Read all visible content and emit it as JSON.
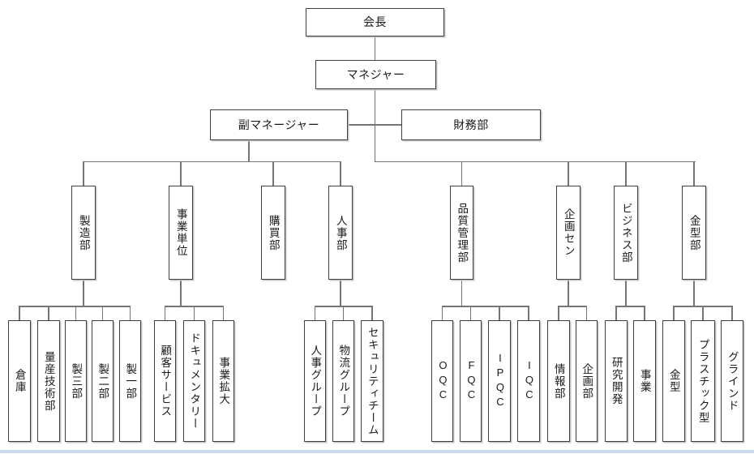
{
  "org": {
    "chairman": "会長",
    "manager": "マネジャー",
    "vice_manager": "副マネージャー",
    "finance_dept": "財務部",
    "manufacturing_dept": "製造部",
    "business_unit": "事業単位",
    "purchasing_dept": "購買部",
    "hr_dept": "人事部",
    "quality_control_dept": "品質管理部",
    "planning_center": "企画セン",
    "business_dept": "ビジネス部",
    "mold_dept": "金型部",
    "warehouse": "倉庫",
    "mass_production_tech_dept": "量産技術部",
    "mfg_dept_3": "製三部",
    "mfg_dept_2": "製二部",
    "mfg_dept_1": "製一部",
    "customer_service": "顧客サービス",
    "documentary": "ドキュメンタリー",
    "business_expansion": "事業拡大",
    "hr_group": "人事グループ",
    "logistics_group": "物流グループ",
    "security_team": "セキュリティチーム",
    "oqc": "OQC",
    "fqc": "FQC",
    "ipqc": "IPQC",
    "iqc": "IQC",
    "info_dept": "情報部",
    "planning_dept": "企画部",
    "rnd": "研究開発",
    "business": "事業",
    "mold": "金型",
    "plastic_mold": "プラスチック型",
    "grind": "グラインド"
  },
  "hierarchy": {
    "会長": {
      "マネジャー": {
        "副マネージャー": {
          "製造部": [
            "倉庫",
            "量産技術部",
            "製三部",
            "製二部",
            "製一部"
          ],
          "事業単位": [
            "顧客サービス",
            "ドキュメンタリー",
            "事業拡大"
          ],
          "購買部": [],
          "人事部": [
            "人事グループ",
            "物流グループ",
            "セキュリティチーム"
          ]
        },
        "財務部": [],
        "品質管理部": [
          "OQC",
          "FQC",
          "IPQC",
          "IQC"
        ],
        "企画セン": [
          "情報部",
          "企画部"
        ],
        "ビジネス部": [
          "研究開発",
          "事業"
        ],
        "金型部": [
          "金型",
          "プラスチック型",
          "グラインド"
        ]
      }
    }
  },
  "colors": {
    "background": "#ffffff",
    "connector_line": "#757575",
    "box_border": "#3f3f3f",
    "text": "#1a1a1a",
    "bottom_accent": "#c7d9ec"
  }
}
